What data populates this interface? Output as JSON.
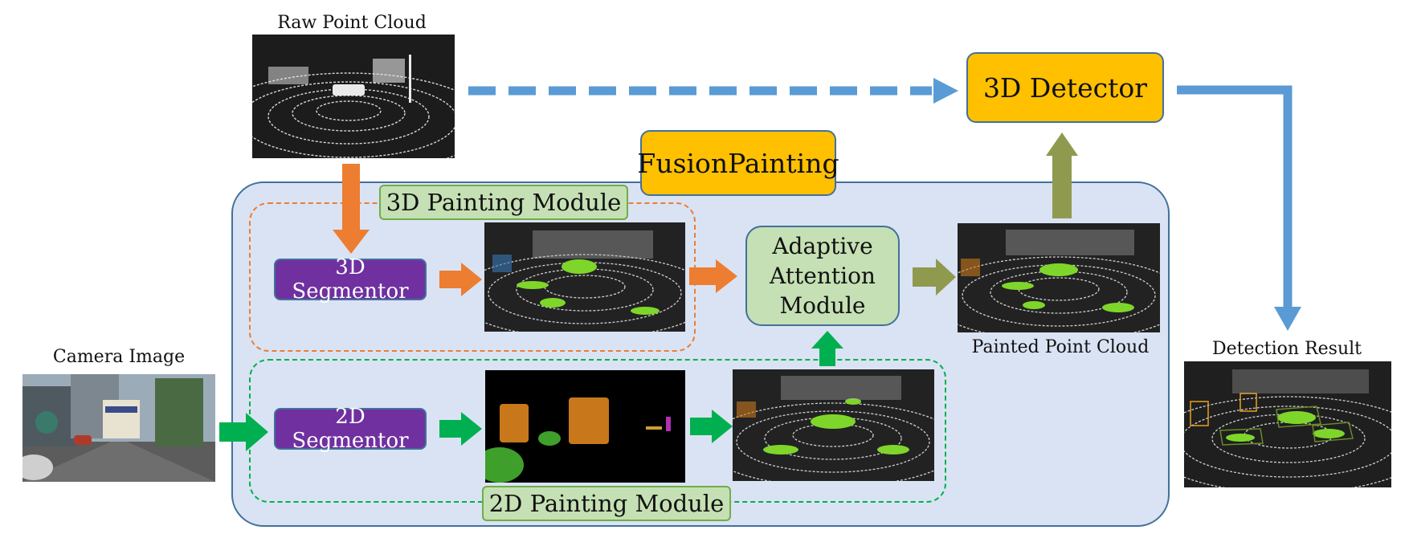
{
  "captions": {
    "raw_point_cloud": "Raw Point Cloud",
    "camera_image": "Camera Image",
    "painted_point_cloud": "Painted Point Cloud",
    "detection_result": "Detection Result"
  },
  "modules": {
    "fusion_painting": "FusionPainting",
    "painting_3d": "3D Painting Module",
    "painting_2d": "2D Painting Module",
    "segmentor_3d": "3D Segmentor",
    "segmentor_2d": "2D Segmentor",
    "attention": [
      "Adaptive",
      "Attention",
      "Module"
    ],
    "detector_3d": "3D Detector"
  },
  "colors": {
    "orange_arrow": "#ed7d31",
    "green_arrow": "#00b050",
    "blue_arrow": "#5b9bd5",
    "olive_arrow": "#8f9a4f",
    "purple_box": "#7030a0",
    "yellow_box": "#ffc000",
    "light_green_box": "#c5e0b4",
    "fusion_region": "#dae3f3",
    "segment_green": "#7fd62a",
    "segment_orange": "#c8781a"
  }
}
